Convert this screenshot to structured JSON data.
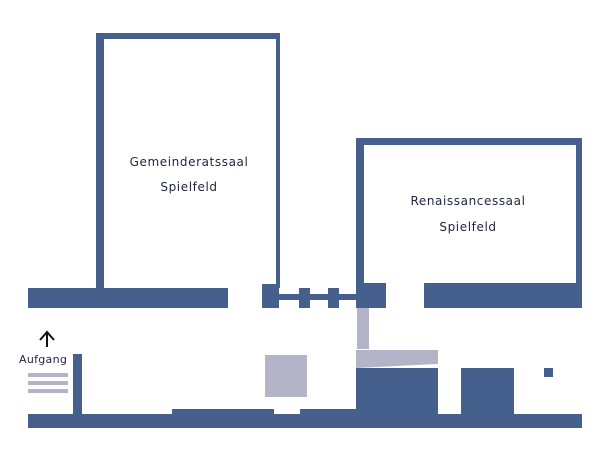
{
  "colors": {
    "wall": "#45608c",
    "light": "#b3b4c8",
    "background": "#ffffff",
    "text": "#1f2540"
  },
  "rooms": {
    "gemeinderatssaal": {
      "name": "Gemeinderatssaal",
      "sub": "Spielfeld"
    },
    "renaissancessaal": {
      "name": "Renaissancessaal",
      "sub": "Spielfeld"
    }
  },
  "stairs": {
    "label": "Aufgang",
    "icon": "arrow-up-icon"
  }
}
